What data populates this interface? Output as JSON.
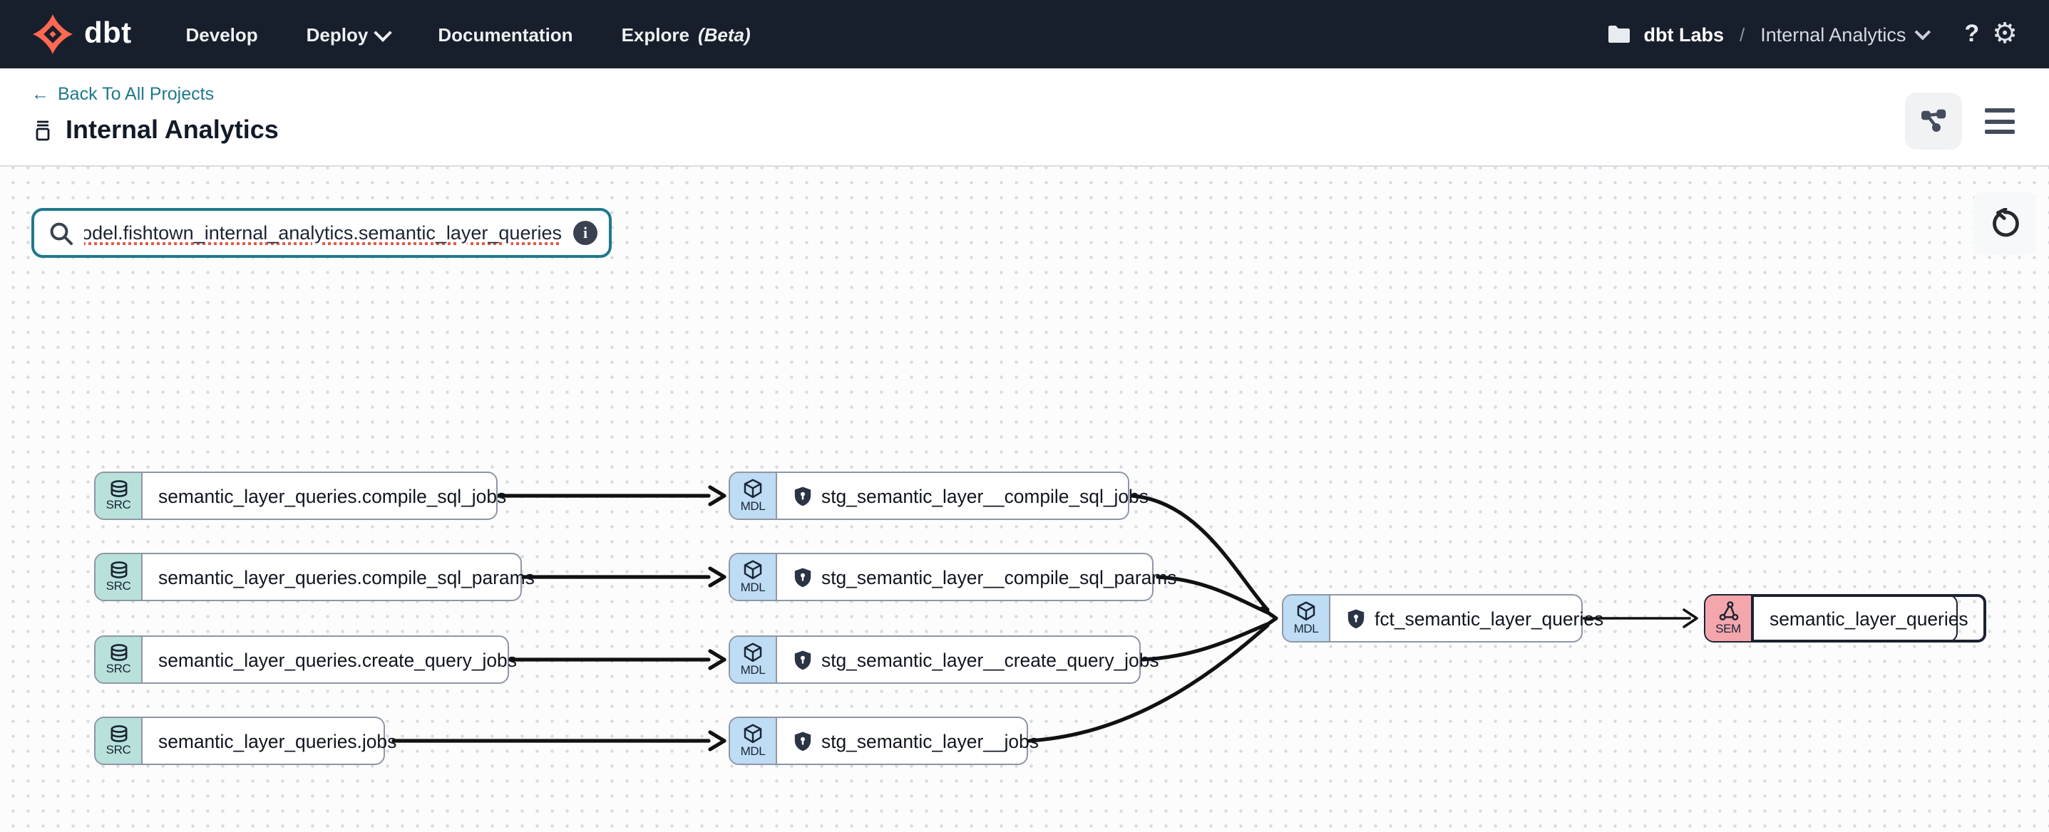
{
  "nav": {
    "brand": "dbt",
    "develop": "Develop",
    "deploy": "Deploy",
    "documentation": "Documentation",
    "explore": "Explore",
    "explore_suffix": "(Beta)",
    "account": "dbt Labs",
    "separator": "/",
    "project": "Internal Analytics",
    "help_glyph": "?",
    "gear_glyph": "⚙"
  },
  "header": {
    "back_arrow": "←",
    "back_label": "Back To All Projects",
    "title": "Internal Analytics"
  },
  "toolbar": {
    "search_value": "odel.fishtown_internal_analytics.semantic_layer_queries",
    "info_glyph": "i"
  },
  "graph": {
    "badge_src": "SRC",
    "badge_mdl": "MDL",
    "badge_sem": "SEM",
    "src_nodes": [
      {
        "label": "semantic_layer_queries.compile_sql_jobs"
      },
      {
        "label": "semantic_layer_queries.compile_sql_params"
      },
      {
        "label": "semantic_layer_queries.create_query_jobs"
      },
      {
        "label": "semantic_layer_queries.jobs"
      }
    ],
    "stg_nodes": [
      {
        "label": "stg_semantic_layer__compile_sql_jobs"
      },
      {
        "label": "stg_semantic_layer__compile_sql_params"
      },
      {
        "label": "stg_semantic_layer__create_query_jobs"
      },
      {
        "label": "stg_semantic_layer__jobs"
      }
    ],
    "fct_node": {
      "label": "fct_semantic_layer_queries"
    },
    "sem_node": {
      "label": "semantic_layer_queries"
    }
  },
  "colors": {
    "nav_bg": "#181f2c",
    "brand_orange": "#ff6952",
    "accent_teal": "#20798a",
    "src_badge": "#b7e1da",
    "mdl_badge": "#bedcf4",
    "sem_badge": "#f4a6ad",
    "edge": "#111111",
    "spellcheck_red": "#e05a49"
  }
}
